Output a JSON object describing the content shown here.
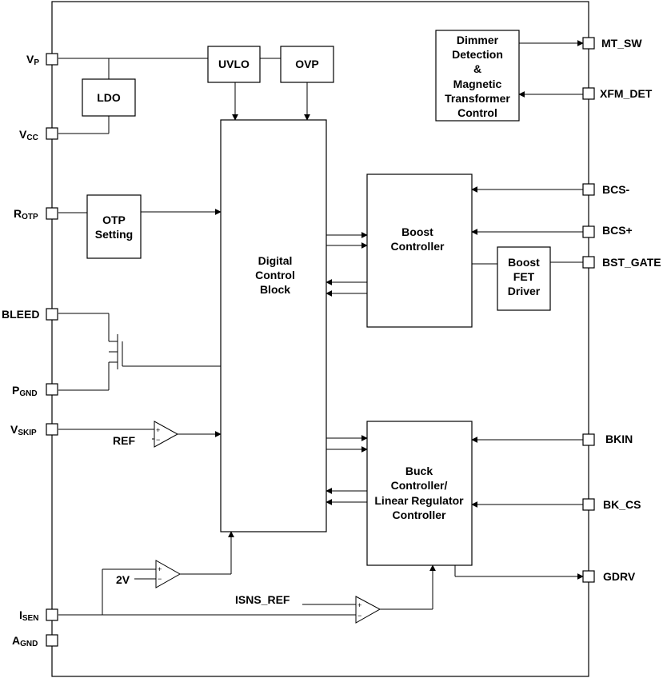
{
  "blocks": {
    "ldo": "LDO",
    "uvlo": "UVLO",
    "ovp": "OVP",
    "otp": [
      "OTP",
      "Setting"
    ],
    "digital": [
      "Digital",
      "Control",
      "Block"
    ],
    "dimmer": [
      "Dimmer",
      "Detection",
      "&",
      "Magnetic",
      "Transformer",
      "Control"
    ],
    "boost": [
      "Boost",
      "Controller"
    ],
    "boost_fet": [
      "Boost",
      "FET",
      "Driver"
    ],
    "buck": [
      "Buck",
      "Controller/",
      "Linear Regulator",
      "Controller"
    ]
  },
  "pins_left": {
    "vp": {
      "main": "V",
      "sub": "P"
    },
    "vcc": {
      "main": "V",
      "sub": "CC"
    },
    "rotp": {
      "main": "R",
      "sub": "OTP"
    },
    "bleed": {
      "main": "BLEED"
    },
    "pgnd": {
      "main": "P",
      "sub": "GND"
    },
    "vskip": {
      "main": "V",
      "sub": "SKIP"
    },
    "isen": {
      "main": "I",
      "sub": "SEN"
    },
    "agnd": {
      "main": "A",
      "sub": "GND"
    }
  },
  "pins_right": {
    "mt_sw": "MT_SW",
    "xfm_det": "XFM_DET",
    "bcs_minus": "BCS-",
    "bcs_plus": "BCS+",
    "bst_gate": "BST_GATE",
    "bkin": "BKIN",
    "bk_cs": "BK_CS",
    "gdrv": "GDRV"
  },
  "signals": {
    "ref": "REF",
    "v2": "2V",
    "isns_ref": "ISNS_REF",
    "plus": "+",
    "minus": "−"
  }
}
